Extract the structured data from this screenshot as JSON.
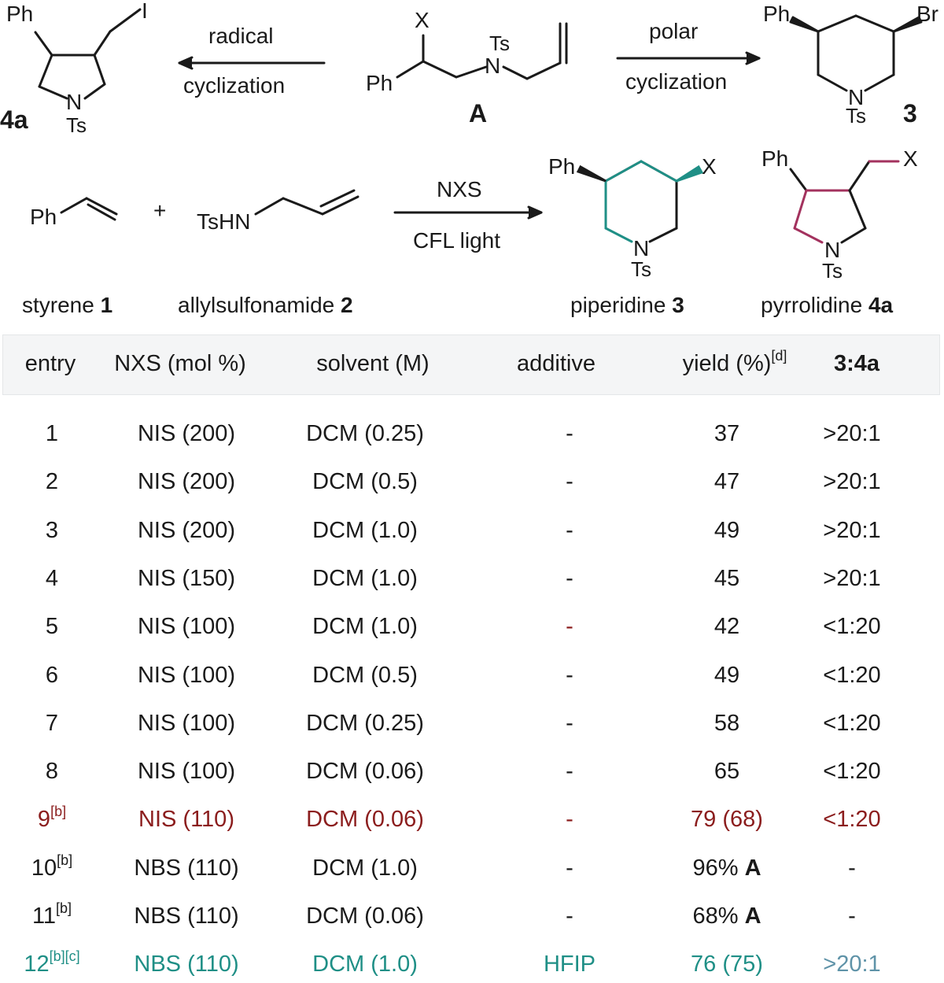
{
  "scheme": {
    "top": {
      "left_arrow": {
        "line1": "radical",
        "line2": "cyclization"
      },
      "right_arrow": {
        "line1": "polar",
        "line2": "cyclization"
      },
      "compound_4a": {
        "label": "4a",
        "substituent": "I",
        "ph": "Ph",
        "n": "N",
        "ts": "Ts"
      },
      "compound_A": {
        "label": "A",
        "x": "X",
        "ph": "Ph",
        "n": "N",
        "ts": "Ts"
      },
      "compound_3": {
        "label": "3",
        "br": "Br",
        "ph": "Ph",
        "n": "N",
        "ts": "Ts"
      }
    },
    "bottom": {
      "styrene": {
        "ph": "Ph",
        "caption": "styrene",
        "num": "1"
      },
      "plus": "+",
      "allyl": {
        "tshn": "TsHN",
        "caption": "allylsulfonamide",
        "num": "2"
      },
      "arrow": {
        "line1": "NXS",
        "line2": "CFL light"
      },
      "piperidine": {
        "ph": "Ph",
        "x": "X",
        "n": "N",
        "ts": "Ts",
        "caption": "piperidine",
        "num": "3"
      },
      "pyrrolidine": {
        "ph": "Ph",
        "x": "X",
        "n": "N",
        "ts": "Ts",
        "caption": "pyrrolidine",
        "num": "4a"
      }
    },
    "colors": {
      "teal": "#1f8f86",
      "magenta": "#a3325e",
      "red": "#8b1d1d",
      "blue": "#5f93a8"
    }
  },
  "table": {
    "headers": {
      "entry": "entry",
      "nxs": "NXS (mol %)",
      "solvent": "solvent (M)",
      "additive": "additive",
      "yield": "yield (%)",
      "yield_sup": "[d]",
      "ratio": "3:4a"
    },
    "rows": [
      {
        "entry": "1",
        "sup": "",
        "nxs": "NIS (200)",
        "solvent": "DCM (0.25)",
        "additive": "-",
        "yield": "37",
        "yield_bold": "",
        "ratio": ">20:1"
      },
      {
        "entry": "2",
        "sup": "",
        "nxs": "NIS (200)",
        "solvent": "DCM (0.5)",
        "additive": "-",
        "yield": "47",
        "yield_bold": "",
        "ratio": ">20:1"
      },
      {
        "entry": "3",
        "sup": "",
        "nxs": "NIS (200)",
        "solvent": "DCM (1.0)",
        "additive": "-",
        "yield": "49",
        "yield_bold": "",
        "ratio": ">20:1"
      },
      {
        "entry": "4",
        "sup": "",
        "nxs": "NIS (150)",
        "solvent": "DCM (1.0)",
        "additive": "-",
        "yield": "45",
        "yield_bold": "",
        "ratio": ">20:1"
      },
      {
        "entry": "5",
        "sup": "",
        "nxs": "NIS (100)",
        "solvent": "DCM (1.0)",
        "additive": "-",
        "yield": "42",
        "yield_bold": "",
        "ratio": "<1:20"
      },
      {
        "entry": "6",
        "sup": "",
        "nxs": "NIS (100)",
        "solvent": "DCM (0.5)",
        "additive": "-",
        "yield": "49",
        "yield_bold": "",
        "ratio": "<1:20"
      },
      {
        "entry": "7",
        "sup": "",
        "nxs": "NIS (100)",
        "solvent": "DCM (0.25)",
        "additive": "-",
        "yield": "58",
        "yield_bold": "",
        "ratio": "<1:20"
      },
      {
        "entry": "8",
        "sup": "",
        "nxs": "NIS (100)",
        "solvent": "DCM (0.06)",
        "additive": "-",
        "yield": "65",
        "yield_bold": "",
        "ratio": "<1:20"
      },
      {
        "entry": "9",
        "sup": "[b]",
        "nxs": "NIS (110)",
        "solvent": "DCM (0.06)",
        "additive": "-",
        "yield": "79 (68)",
        "yield_bold": "",
        "ratio": "<1:20"
      },
      {
        "entry": "10",
        "sup": "[b]",
        "nxs": "NBS (110)",
        "solvent": "DCM (1.0)",
        "additive": "-",
        "yield": "96% ",
        "yield_bold": "A",
        "ratio": "-"
      },
      {
        "entry": "11",
        "sup": "[b]",
        "nxs": "NBS (110)",
        "solvent": "DCM (0.06)",
        "additive": "-",
        "yield": "68% ",
        "yield_bold": "A",
        "ratio": "-"
      },
      {
        "entry": "12",
        "sup": "[b][c]",
        "nxs": "NBS (110)",
        "solvent": "DCM (1.0)",
        "additive": "HFIP",
        "yield": "76 (75)",
        "yield_bold": "",
        "ratio": ">20:1"
      }
    ]
  }
}
